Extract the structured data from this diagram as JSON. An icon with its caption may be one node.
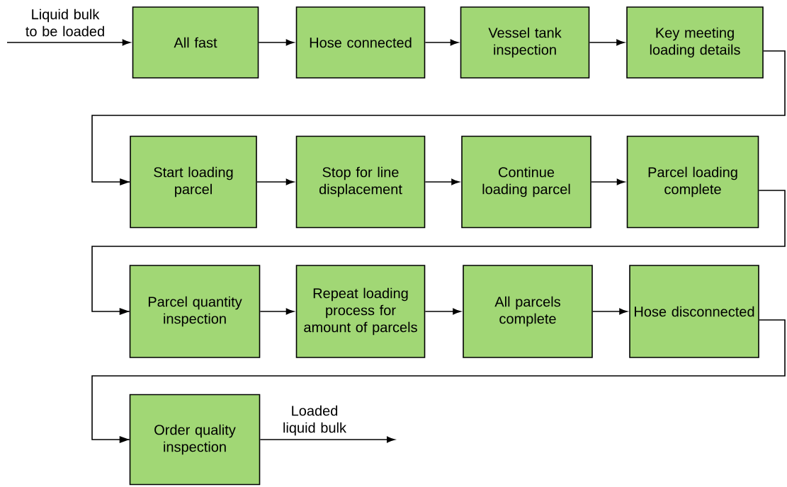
{
  "diagram": {
    "nodes": [
      {
        "text": [
          "All fast"
        ]
      },
      {
        "text": [
          "Hose connected"
        ]
      },
      {
        "text": [
          "Vessel tank inspection"
        ]
      },
      {
        "text": [
          "Key meeting loading details"
        ]
      },
      {
        "text": [
          "Start loading parcel"
        ]
      },
      {
        "text": [
          "Stop for line displacement"
        ]
      },
      {
        "text": [
          "Continue loading parcel"
        ]
      },
      {
        "text": [
          "Parcel loading complete"
        ]
      },
      {
        "text": [
          "Parcel quantity inspection"
        ]
      },
      {
        "text": [
          "Repeat loading process for amount of parcels"
        ]
      },
      {
        "text": [
          "All parcels complete"
        ]
      },
      {
        "text": [
          "Hose disconnected"
        ]
      },
      {
        "text": [
          "Order quality inspection"
        ]
      }
    ],
    "edges": [
      {
        "from": null,
        "to": 0,
        "arrow": "to",
        "label": "Liquid bulk to be loaded"
      },
      {
        "from": 0,
        "to": 1,
        "arrow": "to"
      },
      {
        "from": 1,
        "to": 2,
        "arrow": "to"
      },
      {
        "from": 2,
        "to": 3,
        "arrow": "to"
      },
      {
        "from": 3,
        "to": 4,
        "arrow": "to"
      },
      {
        "from": 4,
        "to": 5,
        "arrow": "to"
      },
      {
        "from": 5,
        "to": 6,
        "arrow": "to"
      },
      {
        "from": 6,
        "to": 7,
        "arrow": "to"
      },
      {
        "from": 7,
        "to": 8,
        "arrow": "to"
      },
      {
        "from": 8,
        "to": 9,
        "arrow": "to"
      },
      {
        "from": 9,
        "to": 10,
        "arrow": "to"
      },
      {
        "from": 10,
        "to": 11,
        "arrow": "to"
      },
      {
        "from": 11,
        "to": 12,
        "arrow": "to"
      },
      {
        "from": 12,
        "to": null,
        "arrow": "to",
        "label": "Loaded liquid bulk"
      }
    ]
  }
}
